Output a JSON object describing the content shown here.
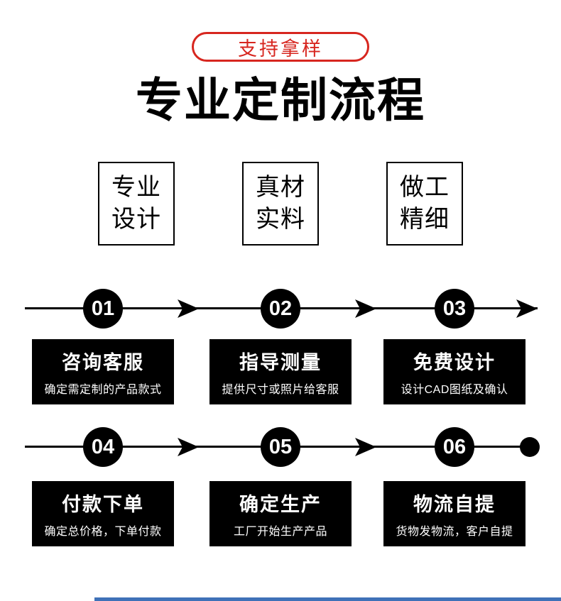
{
  "page": {
    "badge": "支持拿样",
    "title": "专业定制流程"
  },
  "features": [
    {
      "line1": "专业",
      "line2": "设计"
    },
    {
      "line1": "真材",
      "line2": "实料"
    },
    {
      "line1": "做工",
      "line2": "精细"
    }
  ],
  "process": {
    "rows": [
      {
        "steps": [
          {
            "number": "01",
            "title": "咨询客服",
            "desc": "确定需定制的产品款式"
          },
          {
            "number": "02",
            "title": "指导测量",
            "desc": "提供尺寸或照片给客服"
          },
          {
            "number": "03",
            "title": "免费设计",
            "desc": "设计CAD图纸及确认"
          }
        ],
        "end_marker": "arrow"
      },
      {
        "steps": [
          {
            "number": "04",
            "title": "付款下单",
            "desc": "确定总价格，下单付款"
          },
          {
            "number": "05",
            "title": "确定生产",
            "desc": "工厂开始生产产品"
          },
          {
            "number": "06",
            "title": "物流自提",
            "desc": "货物发物流，客户自提"
          }
        ],
        "end_marker": "dot"
      }
    ]
  },
  "colors": {
    "accent_red": "#d7261f",
    "black": "#000000",
    "white": "#ffffff",
    "bottom_bar_blue": "#3f71b8"
  }
}
